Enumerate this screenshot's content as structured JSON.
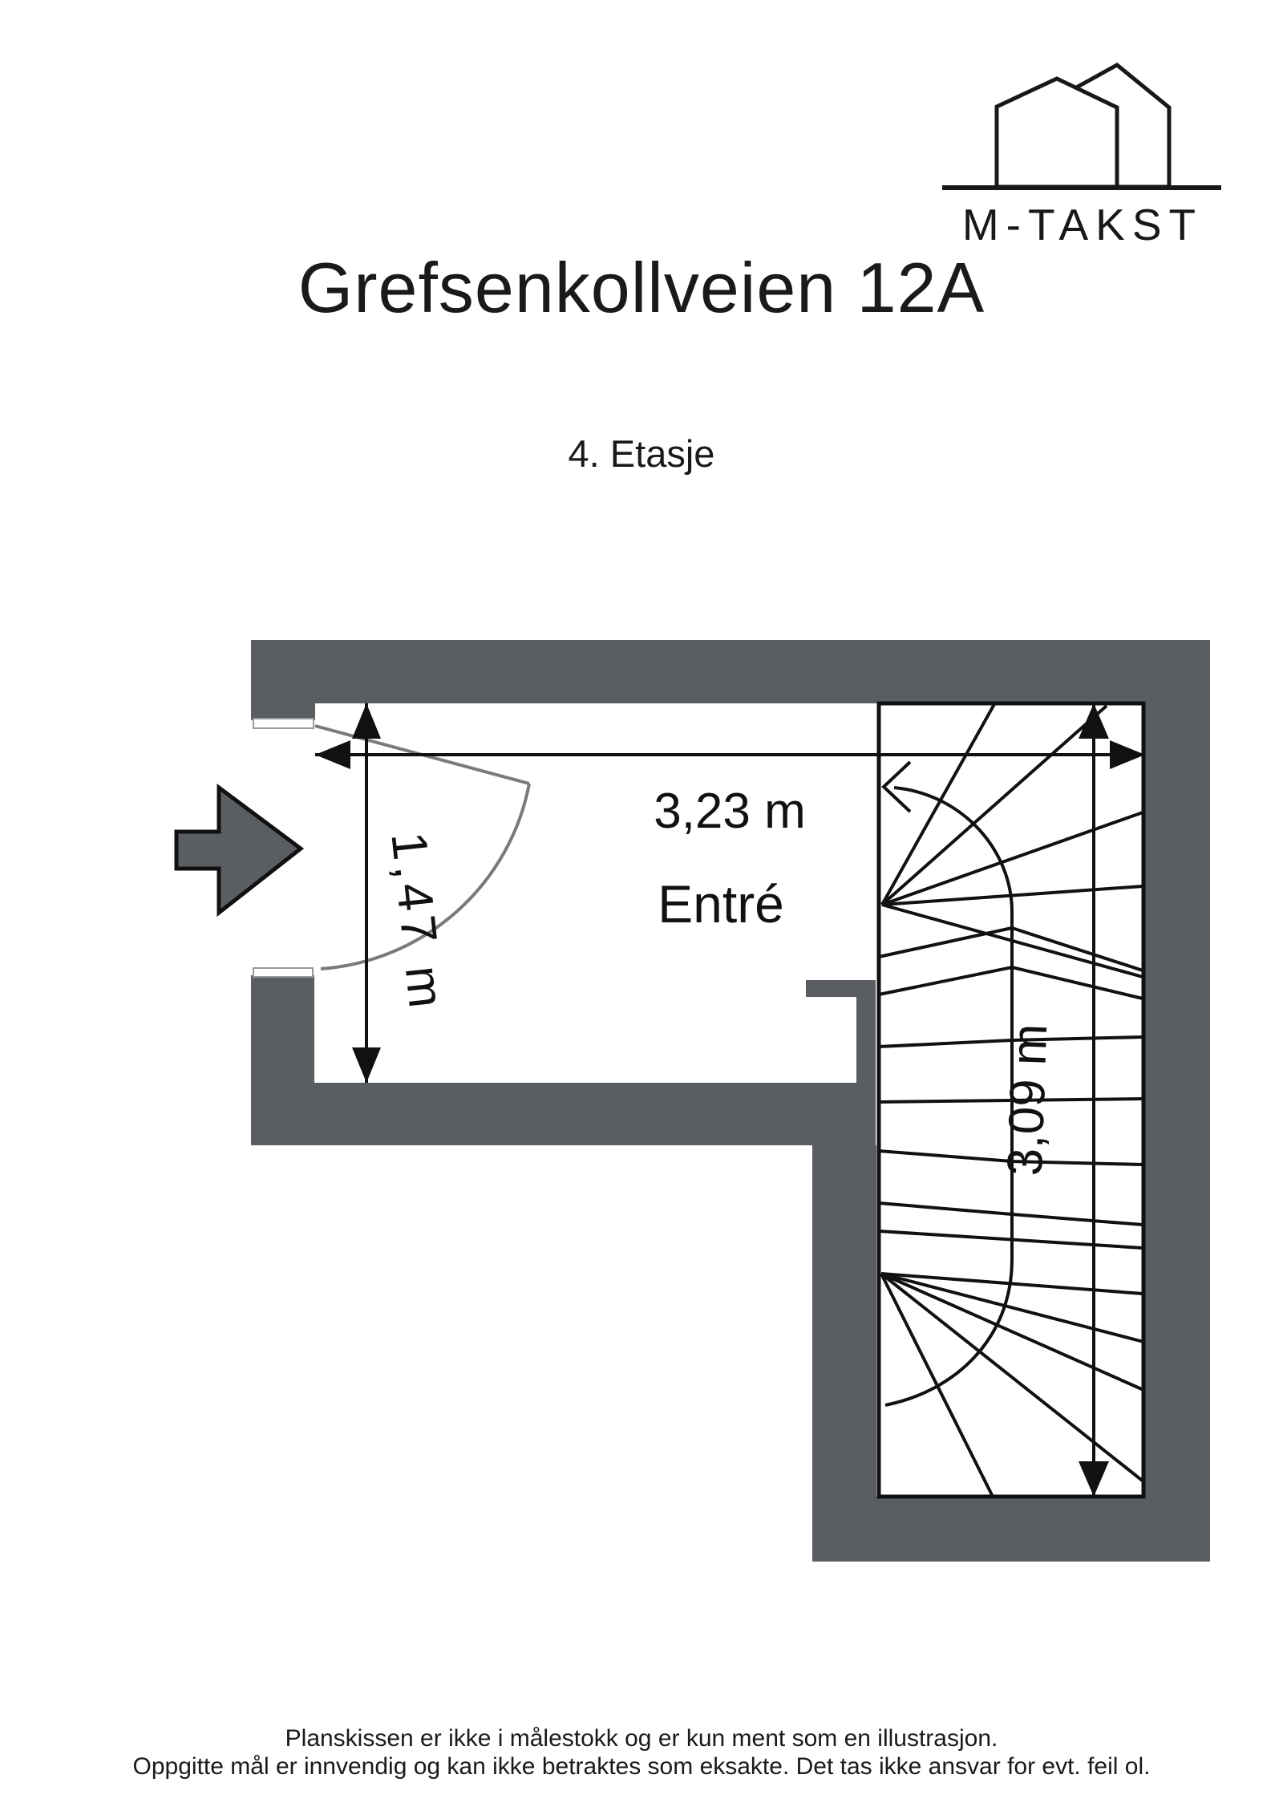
{
  "document": {
    "title": "Grefsenkollveien 12A",
    "floor_label": "4. Etasje"
  },
  "logo": {
    "name": "M-TAKST",
    "text": "M-TAKST",
    "icon": "two-houses-icon"
  },
  "plan": {
    "room_label": "Entré",
    "dim_width": "3,23 m",
    "dim_door_side": "1,47 m",
    "dim_stair_side": "3,09 m",
    "wall_color": "#5a5e63",
    "line_color": "#111111",
    "door_line_color": "#7a7a7a",
    "features": [
      "entrance-arrow",
      "door-swing",
      "switchback-staircase",
      "dimension-lines"
    ]
  },
  "footer": {
    "line1": "Planskissen er ikke i målestokk og er kun ment som en illustrasjon.",
    "line2": "Oppgitte mål er innvendig og kan ikke betraktes som eksakte. Det tas ikke ansvar for evt. feil ol."
  }
}
